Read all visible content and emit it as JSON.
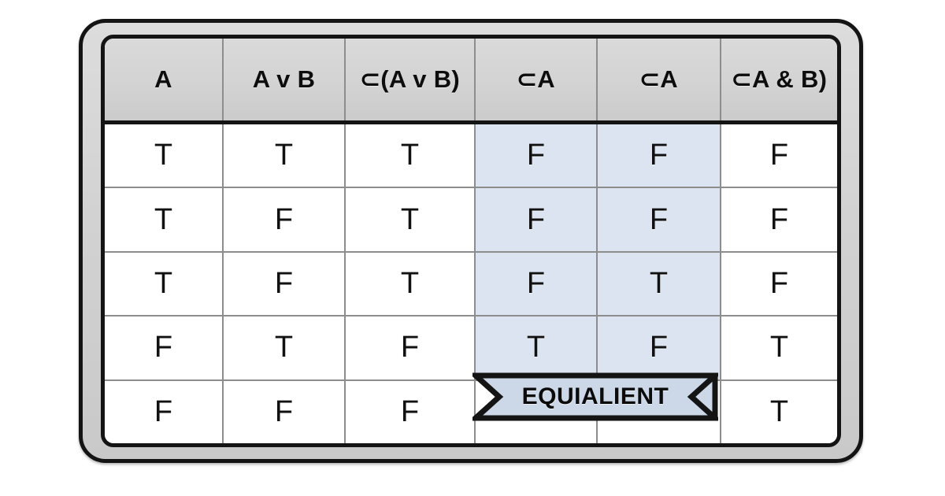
{
  "table": {
    "headers": [
      "A",
      "A v B",
      "⊂(A v B)",
      "⊂A",
      "⊂A",
      "⊂A & B)"
    ],
    "rows": [
      [
        "T",
        "T",
        "T",
        "F",
        "F",
        "F"
      ],
      [
        "T",
        "F",
        "T",
        "F",
        "F",
        "F"
      ],
      [
        "T",
        "F",
        "T",
        "F",
        "T",
        "F"
      ],
      [
        "F",
        "T",
        "F",
        "T",
        "F",
        "T"
      ],
      [
        "F",
        "F",
        "F",
        "",
        "",
        "T"
      ]
    ],
    "highlighted_columns": [
      3,
      4
    ],
    "highlight_color": "#dbe4f0",
    "header_background": "#d3d3d3",
    "grid_line_color": "#8d8d8d",
    "frame_color": "#141414",
    "frame_background": "#d2d2d2"
  },
  "banner": {
    "label": "EQUIALIENT",
    "fill_color": "#ccd8e8",
    "outline_color": "#141414"
  }
}
